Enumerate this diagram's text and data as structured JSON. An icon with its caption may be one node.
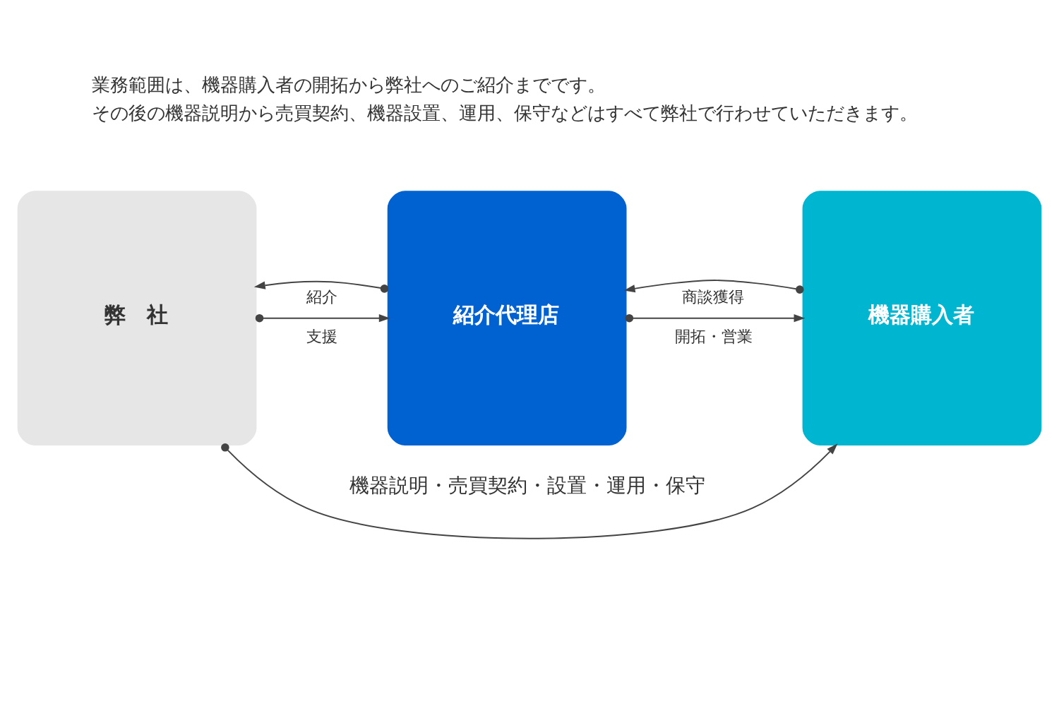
{
  "diagram": {
    "nodes": [
      {
        "text": [
          "弊　社"
        ]
      },
      {
        "text": [
          "紹介代理店"
        ]
      },
      {
        "text": [
          "機器購入者"
        ]
      }
    ],
    "edges": [
      {
        "from": 0,
        "to": 1,
        "arrow": "to",
        "label": "支援"
      },
      {
        "from": 1,
        "to": 0,
        "arrow": "to",
        "label": "紹介"
      },
      {
        "from": 1,
        "to": 2,
        "arrow": "to",
        "label": "開拓・営業"
      },
      {
        "from": 2,
        "to": 1,
        "arrow": "to",
        "label": "商談獲得"
      },
      {
        "from": 0,
        "to": 2,
        "arrow": "to",
        "label": "機器説明・売買契約・設置・運用・保守"
      }
    ],
    "labels": [
      "業務範囲は、機器購入者の開拓から弊社へのご紹介までです。",
      "その後の機器説明から売買契約、機器設置、運用、保守などはすべて弊社で行わせていただきます。"
    ]
  }
}
